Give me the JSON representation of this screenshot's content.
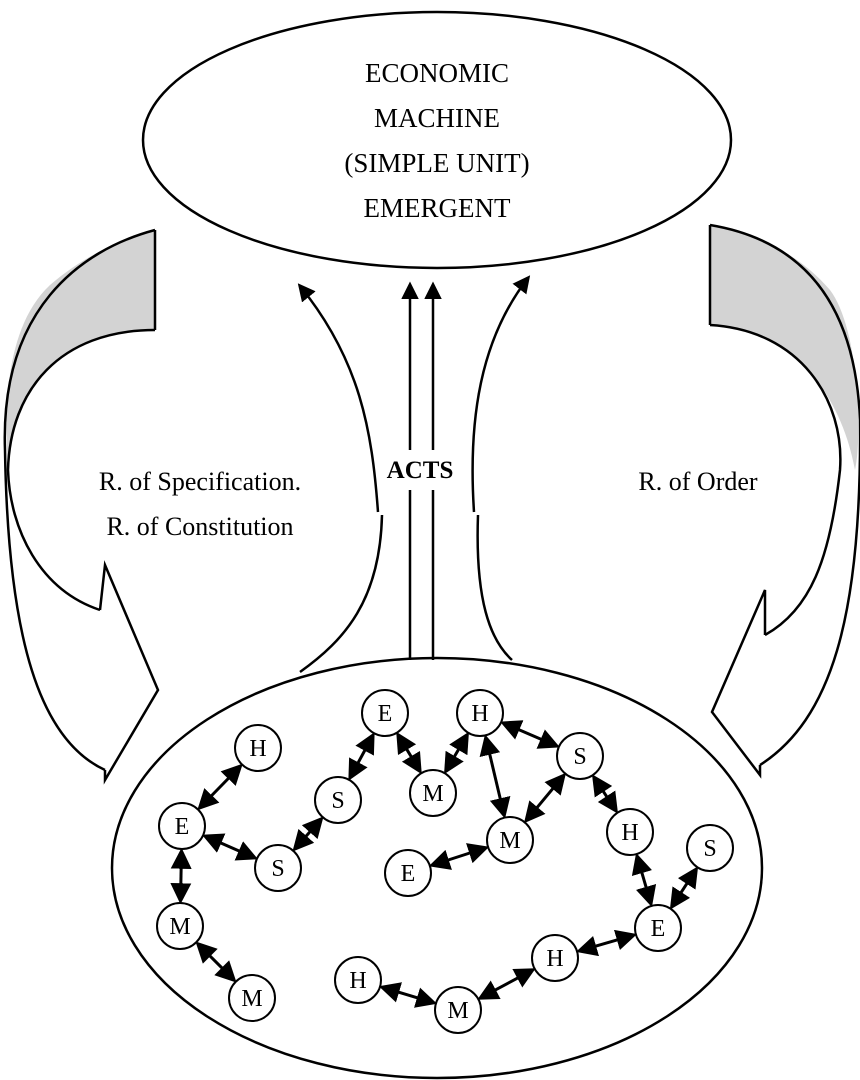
{
  "top_ellipse": {
    "lines": [
      "ECONOMIC",
      "MACHINE",
      "(SIMPLE UNIT)",
      "EMERGENT"
    ]
  },
  "labels": {
    "left_line1": "R. of Specification.",
    "left_line2": "R. of Constitution",
    "right": "R. of Order",
    "center": "ACTS"
  },
  "colors": {
    "stroke": "#000000",
    "band_fill": "#d3d3d3",
    "background": "#ffffff"
  },
  "nodes": [
    {
      "id": "n1",
      "letter": "H"
    },
    {
      "id": "n2",
      "letter": "E"
    },
    {
      "id": "n3",
      "letter": "S"
    },
    {
      "id": "n4",
      "letter": "S"
    },
    {
      "id": "n5",
      "letter": "E"
    },
    {
      "id": "n6",
      "letter": "M"
    },
    {
      "id": "n7",
      "letter": "H"
    },
    {
      "id": "n8",
      "letter": "M"
    },
    {
      "id": "n9",
      "letter": "S"
    },
    {
      "id": "n10",
      "letter": "E"
    },
    {
      "id": "n11",
      "letter": "H"
    },
    {
      "id": "n12",
      "letter": "S"
    },
    {
      "id": "n13",
      "letter": "M"
    },
    {
      "id": "n14",
      "letter": "M"
    },
    {
      "id": "n15",
      "letter": "E"
    },
    {
      "id": "n16",
      "letter": "H"
    },
    {
      "id": "n17",
      "letter": "H"
    },
    {
      "id": "n18",
      "letter": "M"
    }
  ],
  "links": [
    [
      "n2",
      "n1"
    ],
    [
      "n2",
      "n3"
    ],
    [
      "n3",
      "n4"
    ],
    [
      "n4",
      "n5"
    ],
    [
      "n5",
      "n6"
    ],
    [
      "n6",
      "n7"
    ],
    [
      "n7",
      "n9"
    ],
    [
      "n7",
      "n8"
    ],
    [
      "n8",
      "n9"
    ],
    [
      "n10",
      "n8"
    ],
    [
      "n9",
      "n11"
    ],
    [
      "n11",
      "n15"
    ],
    [
      "n12",
      "n15"
    ],
    [
      "n15",
      "n16"
    ],
    [
      "n16",
      "n18"
    ],
    [
      "n17",
      "n18"
    ],
    [
      "n2",
      "n13"
    ],
    [
      "n13",
      "n14"
    ]
  ]
}
